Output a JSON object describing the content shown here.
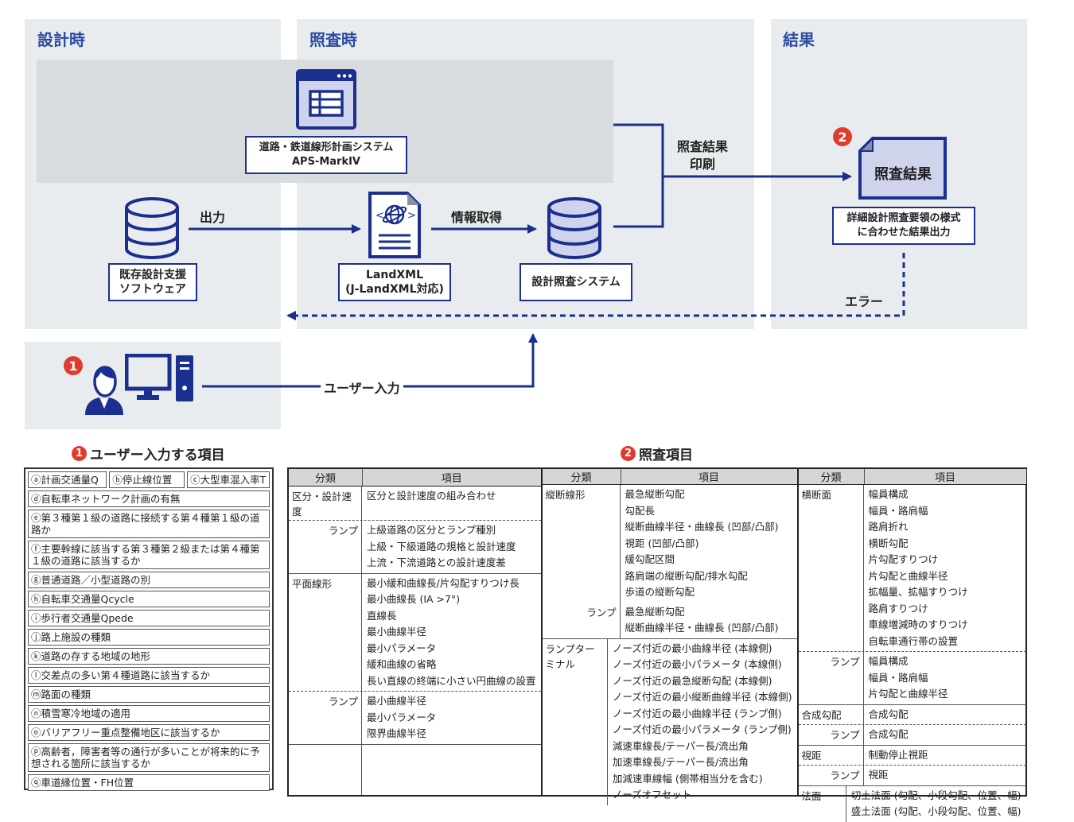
{
  "zones": {
    "design": "設計時",
    "check": "照査時",
    "result": "結果"
  },
  "nodes": {
    "aps": [
      "道路・鉄道線形計画システム",
      "APS-MarkIV"
    ],
    "existing_software": [
      "既存設計支援",
      "ソフトウェア"
    ],
    "landxml": [
      "LandXML",
      "(J-LandXML対応)"
    ],
    "check_system": "設計照査システム",
    "result_doc": "照査結果",
    "result_output": [
      "詳細設計照査要領の様式",
      "に合わせた結果出力"
    ]
  },
  "flows": {
    "output": "出力",
    "info_get": "情報取得",
    "print": [
      "照査結果",
      "印刷"
    ],
    "error": "エラー",
    "user_input": "ユーザー入力"
  },
  "badges": {
    "one": "1",
    "two": "2"
  },
  "colors": {
    "navy": "#1a2f8f",
    "accent_red": "#e03c2e",
    "zone_bg": "#e9ecee",
    "band_bg": "#d9dcde",
    "icon_fill": "#cfd4ec"
  },
  "user_inputs": {
    "title": "ユーザー入力する項目",
    "rows": [
      [
        "ⓐ計画交通量Q",
        "ⓑ停止線位置",
        "ⓒ大型車混入率T"
      ],
      [
        "ⓓ自転車ネットワーク計画の有無"
      ],
      [
        "ⓔ第３種第１級の道路に接続する第４種第１級の道路か"
      ],
      [
        "ⓕ主要幹線に該当する第３種第２級または第４種第１級の道路に該当するか"
      ],
      [
        "ⓖ普通道路／小型道路の別"
      ],
      [
        "ⓗ自転車交通量Qcycle"
      ],
      [
        "ⓘ歩行者交通量Qpede"
      ],
      [
        "ⓙ路上施設の種類"
      ],
      [
        "ⓚ道路の存する地域の地形"
      ],
      [
        "ⓛ交差点の多い第４種道路に該当するか"
      ],
      [
        "ⓜ路面の種類"
      ],
      [
        "ⓝ積雪寒冷地域の適用"
      ],
      [
        "ⓞバリアフリー重点整備地区に該当するか"
      ],
      [
        "ⓟ高齢者，障害者等の通行が多いことが将来的に予想される箇所に該当するか"
      ],
      [
        "ⓠ車道縁位置・FH位置"
      ]
    ]
  },
  "check_items": {
    "title": "照査項目",
    "header_category": "分類",
    "header_item": "項目",
    "columns": [
      [
        {
          "cat": "区分・設計速度",
          "sub": false,
          "border": "first",
          "items": [
            "区分と設計速度の組み合わせ"
          ]
        },
        {
          "cat": "ランプ",
          "sub": true,
          "border": "dotted",
          "items": [
            "上級道路の区分とランプ種別",
            "上級・下級道路の規格と設計速度",
            "上流・下流道路との設計速度差"
          ]
        },
        {
          "cat": "平面線形",
          "sub": false,
          "border": "solid",
          "items": [
            "最小緩和曲線長/片勾配すりつけ長",
            "最小曲線長 (IA >7°)",
            "直線長",
            "最小曲線半径",
            "最小パラメータ",
            "緩和曲線の省略",
            "長い直線の終端に小さい円曲線の設置"
          ]
        },
        {
          "cat": "ランプ",
          "sub": true,
          "border": "dotted",
          "items": [
            "最小曲線半径",
            "最小パラメータ",
            "限界曲線半径"
          ]
        },
        {
          "cat": "",
          "sub": false,
          "border": "solid",
          "items": [],
          "fill": true
        }
      ],
      [
        {
          "cat": "縦断線形",
          "sub": false,
          "border": "first",
          "items": [
            "最急縦断勾配",
            "勾配長",
            "縦断曲線半径・曲線長 (凹部/凸部)",
            "視距 (凹部/凸部)",
            "緩勾配区間",
            "路肩端の縦断勾配/排水勾配",
            "歩道の縦断勾配"
          ]
        },
        {
          "cat": "ランプ",
          "sub": true,
          "border": "none",
          "items": [
            "最急縦断勾配",
            "縦断曲線半径・曲線長 (凹部/凸部)"
          ]
        },
        {
          "cat": "ランプターミナル",
          "sub": false,
          "border": "solid",
          "items": [
            "ノーズ付近の最小曲線半径 (本線側)",
            "ノーズ付近の最小パラメータ (本線側)",
            "ノーズ付近の最急縦断勾配 (本線側)",
            "ノーズ付近の最小縦断曲線半径 (本線側)",
            "ノーズ付近の最小曲線半径 (ランプ側)",
            "ノーズ付近の最小パラメータ (ランプ側)",
            "減速車線長/テーパー長/流出角",
            "加速車線長/テーパー長/流出角",
            "加減速車線幅 (側帯相当分を含む)",
            "ノーズオフセット"
          ]
        }
      ],
      [
        {
          "cat": "横断面",
          "sub": false,
          "border": "first",
          "items": [
            "幅員構成",
            "幅員・路肩幅",
            "路肩折れ",
            "横断勾配",
            "片勾配すりつけ",
            "片勾配と曲線半径",
            "拡幅量、拡幅すりつけ",
            "路肩すりつけ",
            "車線増減時のすりつけ",
            "自転車通行帯の設置"
          ]
        },
        {
          "cat": "ランプ",
          "sub": true,
          "border": "dotted",
          "items": [
            "幅員構成",
            "幅員・路肩幅",
            "片勾配と曲線半径"
          ]
        },
        {
          "cat": "合成勾配",
          "sub": false,
          "border": "solid",
          "items": [
            "合成勾配"
          ]
        },
        {
          "cat": "ランプ",
          "sub": true,
          "border": "dotted",
          "items": [
            "合成勾配"
          ]
        },
        {
          "cat": "視距",
          "sub": false,
          "border": "solid",
          "items": [
            "制動停止視距"
          ]
        },
        {
          "cat": "ランプ",
          "sub": true,
          "border": "dotted",
          "items": [
            "視距"
          ]
        },
        {
          "cat": "法面",
          "sub": false,
          "border": "solid",
          "items": [
            "切土法面 (勾配、小段勾配、位置、幅)",
            "盛土法面 (勾配、小段勾配、位置、幅)"
          ]
        }
      ]
    ]
  }
}
